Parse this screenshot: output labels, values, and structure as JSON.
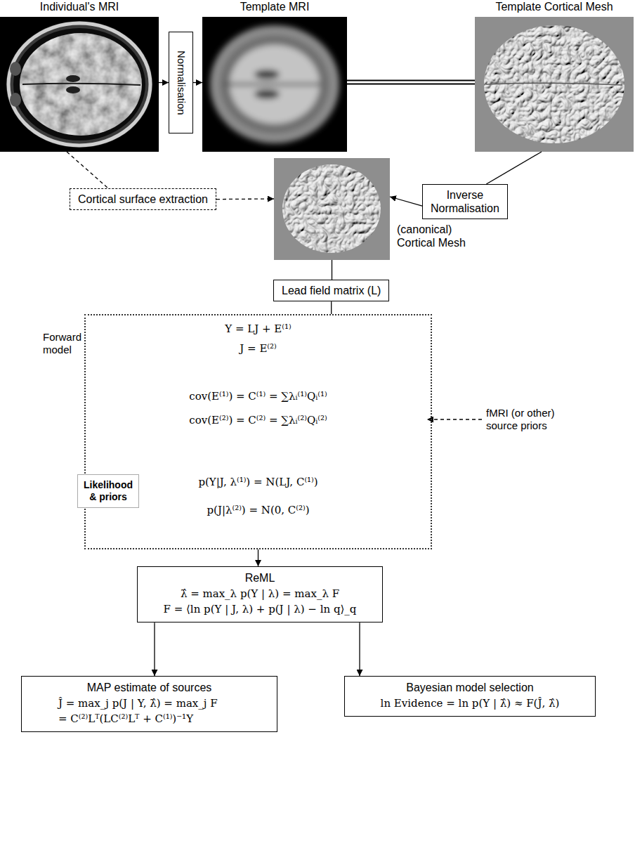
{
  "diagram": {
    "nodes": [
      {
        "text": [
          "Individual's MRI"
        ]
      },
      {
        "text": [
          "Normalisation"
        ]
      },
      {
        "text": [
          "Template MRI"
        ]
      },
      {
        "text": [
          "Template Cortical Mesh"
        ]
      },
      {
        "text": [
          "Cortical surface extraction"
        ]
      },
      {
        "text": [
          "Inverse Normalisation"
        ]
      },
      {
        "text": [
          "(canonical) Cortical Mesh"
        ]
      },
      {
        "text": [
          "Lead field matrix (L)"
        ]
      },
      {
        "text": [
          "Forward model",
          "Y = LJ + E⁽¹⁾",
          "J = E⁽²⁾",
          "cov(E⁽¹⁾) = C⁽¹⁾ = ∑λᵢ⁽¹⁾Qᵢ⁽¹⁾",
          "cov(E⁽²⁾) = C⁽²⁾ = ∑λᵢ⁽²⁾Qᵢ⁽²⁾",
          "p(Y|J, λ⁽¹⁾) = N(LJ, C⁽¹⁾)",
          "p(J|λ⁽²⁾) = N(0, C⁽²⁾)"
        ]
      },
      {
        "text": [
          "Likelihood & priors"
        ],
        "in": 8
      },
      {
        "text": [
          "ReML",
          "λ̂ = max_λ p(Y | λ) = max_λ F",
          "F = ⟨ln p(Y | J, λ) + p(J | λ) − ln q⟩_q"
        ]
      },
      {
        "text": [
          "MAP estimate of sources",
          "Ĵ = max_j p(J | Y, λ̂) = max_j F",
          "= C⁽²⁾Lᵀ(LC⁽²⁾Lᵀ + C⁽¹⁾)⁻¹Y"
        ]
      },
      {
        "text": [
          "Bayesian model selection",
          "ln Evidence = ln p(Y | λ̂) ≈ F(Ĵ, λ̂)"
        ]
      }
    ],
    "edges": [
      {
        "from": 0,
        "to": 1,
        "arrow": "to"
      },
      {
        "from": 1,
        "to": 2,
        "arrow": "to"
      },
      {
        "from": 2,
        "to": 3,
        "arrow": "none"
      },
      {
        "from": 3,
        "to": 5,
        "arrow": "none"
      },
      {
        "from": 5,
        "to": 6,
        "arrow": "to"
      },
      {
        "from": 0,
        "to": 4,
        "arrow": "none"
      },
      {
        "from": 4,
        "to": 6,
        "arrow": "to"
      },
      {
        "from": 6,
        "to": 7,
        "arrow": "none"
      },
      {
        "from": 7,
        "to": 8,
        "arrow": "none"
      },
      {
        "from": 8,
        "to": 10,
        "arrow": "to"
      },
      {
        "from": 10,
        "to": 11,
        "arrow": "to"
      },
      {
        "from": 10,
        "to": 12,
        "arrow": "to"
      }
    ],
    "labels": [
      "fMRI (or other) source priors"
    ]
  }
}
